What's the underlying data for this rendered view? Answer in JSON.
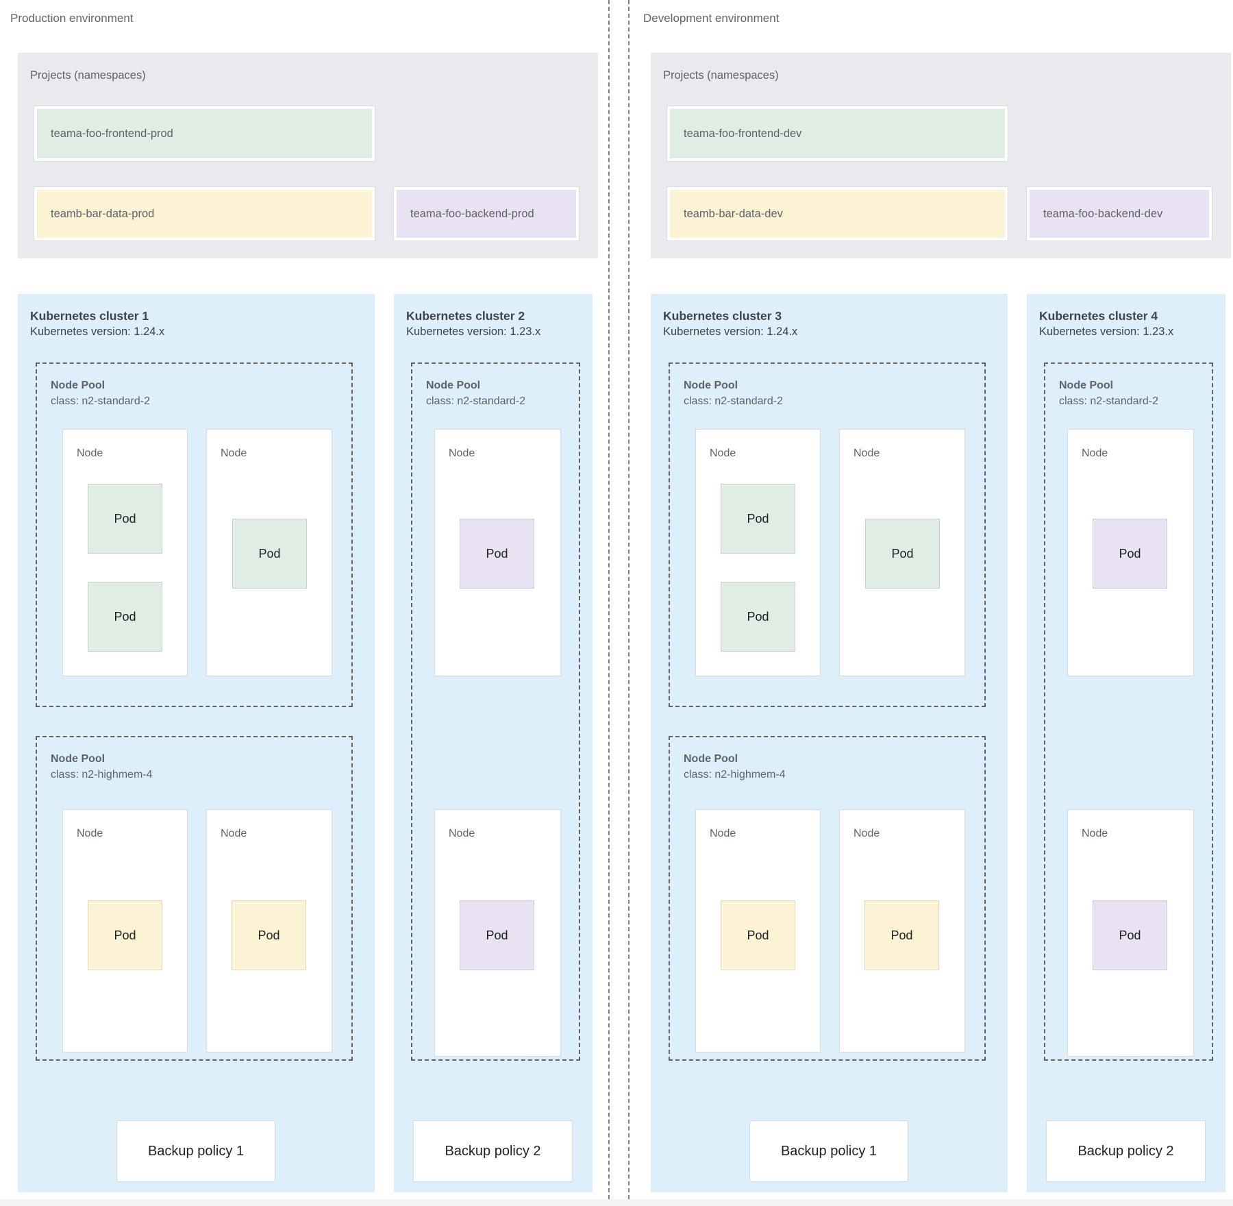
{
  "strings": {
    "node_pool": "Node Pool",
    "node": "Node",
    "pod": "Pod"
  },
  "colors": {
    "cluster_background": "#dceffb",
    "projects_background": "#e8eaed",
    "namespace_green": "#dfede5",
    "namespace_yellow": "#fbf3d3",
    "namespace_purple": "#e9e2f3",
    "label_gray": "#5f6368",
    "title_dark": "#3f4347"
  },
  "environments": [
    {
      "label": "Production environment",
      "projects": {
        "label": "Projects (namespaces)",
        "namespaces": [
          {
            "name": "teama-foo-frontend-prod",
            "color": "#dfede5"
          },
          {
            "name": "teamb-bar-data-prod",
            "color": "#fbf3d3"
          },
          {
            "name": "teama-foo-backend-prod",
            "color": "#e9e2f3"
          }
        ]
      },
      "clusters": [
        {
          "title": "Kubernetes cluster 1",
          "version": "Kubernetes version: 1.24.x",
          "pools": [
            {
              "label": "Node Pool",
              "class_line": "class: n2-standard-2"
            },
            {
              "label": "Node Pool",
              "class_line": "class: n2-highmem-4"
            }
          ],
          "backup_label": "Backup policy 1"
        },
        {
          "title": "Kubernetes cluster 2",
          "version": "Kubernetes version: 1.23.x",
          "pools": [
            {
              "label": "Node Pool",
              "class_line": "class: n2-standard-2"
            }
          ],
          "backup_label": "Backup policy 2"
        }
      ]
    },
    {
      "label": "Development environment",
      "projects": {
        "label": "Projects (namespaces)",
        "namespaces": [
          {
            "name": "teama-foo-frontend-dev",
            "color": "#dfede5"
          },
          {
            "name": "teamb-bar-data-dev",
            "color": "#fbf3d3"
          },
          {
            "name": "teama-foo-backend-dev",
            "color": "#e9e2f3"
          }
        ]
      },
      "clusters": [
        {
          "title": "Kubernetes cluster 3",
          "version": "Kubernetes version: 1.24.x",
          "pools": [
            {
              "label": "Node Pool",
              "class_line": "class: n2-standard-2"
            },
            {
              "label": "Node Pool",
              "class_line": "class: n2-highmem-4"
            }
          ],
          "backup_label": "Backup policy 1"
        },
        {
          "title": "Kubernetes cluster 4",
          "version": "Kubernetes version: 1.23.x",
          "pools": [
            {
              "label": "Node Pool",
              "class_line": "class: n2-standard-2"
            }
          ],
          "backup_label": "Backup policy 2"
        }
      ]
    }
  ]
}
